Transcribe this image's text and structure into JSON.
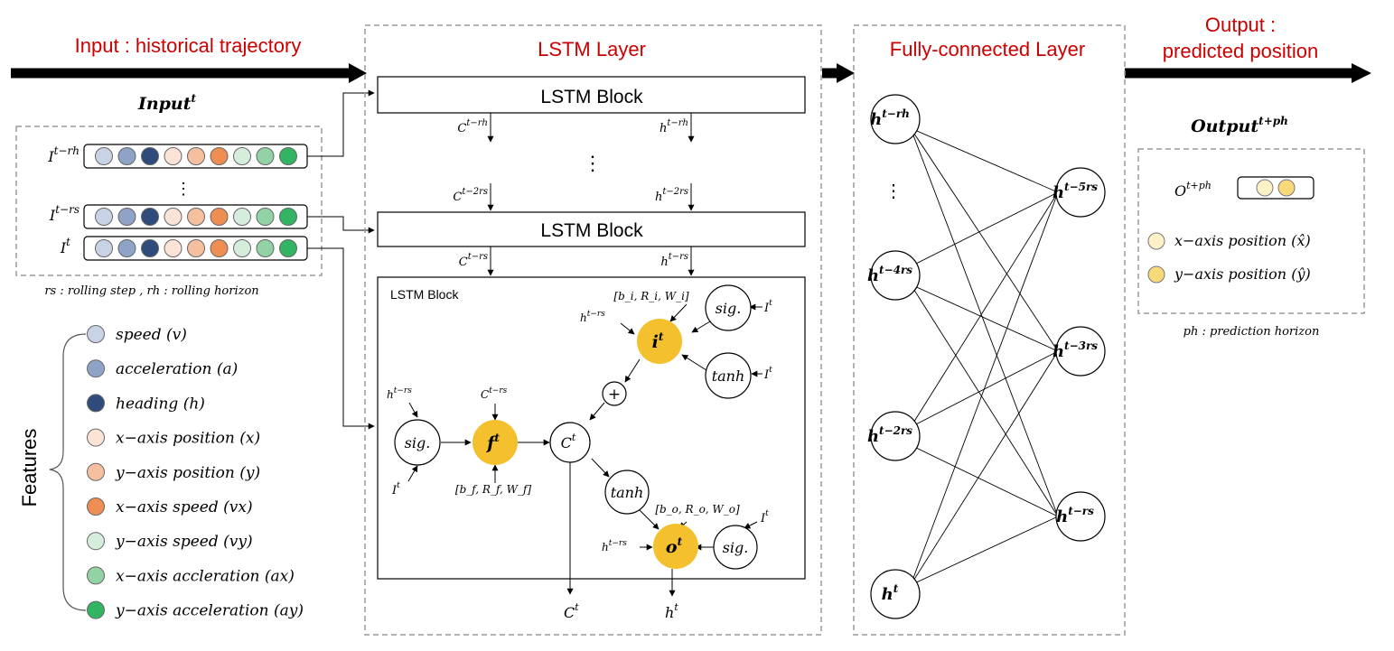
{
  "sections": {
    "input_title": "Input : historical trajectory",
    "lstm_title": "LSTM Layer",
    "fc_title": "Fully-connected  Layer",
    "output_title_line1": "Output :",
    "output_title_line2": "predicted position"
  },
  "input_panel": {
    "title_main": "Input",
    "title_sup": "t",
    "rows": [
      {
        "label_main": "I",
        "label_sup": "t−rh"
      },
      {
        "label_main": "I",
        "label_sup": "t−rs"
      },
      {
        "label_main": "I",
        "label_sup": "t"
      }
    ],
    "vdots": "⋮",
    "note": "rs : rolling step , rh : rolling horizon"
  },
  "features": {
    "title": "Features",
    "items": [
      {
        "label": "speed (v)",
        "color": "#c9d3e6"
      },
      {
        "label": "acceleration (a)",
        "color": "#8fa3c7"
      },
      {
        "label": "heading (h)",
        "color": "#2f4b7c"
      },
      {
        "label": "x−axis position (x)",
        "color": "#fbe3d5"
      },
      {
        "label": "y−axis position (y)",
        "color": "#f6c0a0"
      },
      {
        "label": "x−axis speed (vx)",
        "color": "#ee8e52"
      },
      {
        "label": "y−axis speed (vy)",
        "color": "#d4eddc"
      },
      {
        "label": "x−axis accleration (ax)",
        "color": "#92d3a5"
      },
      {
        "label": "y−axis acceleration (ay)",
        "color": "#33b462"
      }
    ]
  },
  "lstm": {
    "block_label": "LSTM Block",
    "inner_block_label": "LSTM Block",
    "c_rh_main": "C",
    "c_rh_sup": "t−rh",
    "h_rh_main": "h",
    "h_rh_sup": "t−rh",
    "vdots": "⋮",
    "c_2rs_main": "C",
    "c_2rs_sup": "t−2rs",
    "h_2rs_main": "h",
    "h_2rs_sup": "t−2rs",
    "c_rs_main": "C",
    "c_rs_sup": "t−rs",
    "h_rs_main": "h",
    "h_rs_sup": "t−rs",
    "sig_label": "sig.",
    "tanh_label": "tanh",
    "plus": "+",
    "gate_i_main": "i",
    "gate_i_sup": "t",
    "gate_f_main": "f",
    "gate_f_sup": "t",
    "gate_o_main": "o",
    "gate_o_sup": "t",
    "cell_main": "C",
    "cell_sup": "t",
    "params_i": "[b_i, R_i, W_i]",
    "params_f": "[b_f, R_f, W_f]",
    "params_o": "[b_o, R_o, W_o]",
    "in_h_main": "h",
    "in_h_sup": "t−rs",
    "in_c_main": "C",
    "in_c_sup": "t−rs",
    "in_I_main": "I",
    "in_I_sup": "t",
    "out_c_main": "C",
    "out_c_sup": "t",
    "out_h_main": "h",
    "out_h_sup": "t",
    "gate_color": "#f5c02e"
  },
  "fc": {
    "left_nodes": [
      {
        "main": "h",
        "sup": "t−rh"
      },
      {
        "main": "h",
        "sup": "t−4rs"
      },
      {
        "main": "h",
        "sup": "t−2rs"
      },
      {
        "main": "h",
        "sup": "t"
      }
    ],
    "right_nodes": [
      {
        "main": "h",
        "sup": "t−5rs"
      },
      {
        "main": "h",
        "sup": "t−3rs"
      },
      {
        "main": "h",
        "sup": "t−rs"
      }
    ],
    "vdots": "⋮"
  },
  "output": {
    "title_main": "Output",
    "title_sup": "t+ph",
    "o_main": "O",
    "o_sup": "t+ph",
    "legend": [
      {
        "label": "x−axis position (x̂)",
        "color": "#fdf1c8"
      },
      {
        "label": "y−axis position (ŷ)",
        "color": "#f8d978"
      }
    ],
    "note": "ph : prediction horizon"
  },
  "colors": {
    "title_red": "#cc0000",
    "arrow_black": "#000000",
    "dash_gray": "#9a9a9a"
  }
}
